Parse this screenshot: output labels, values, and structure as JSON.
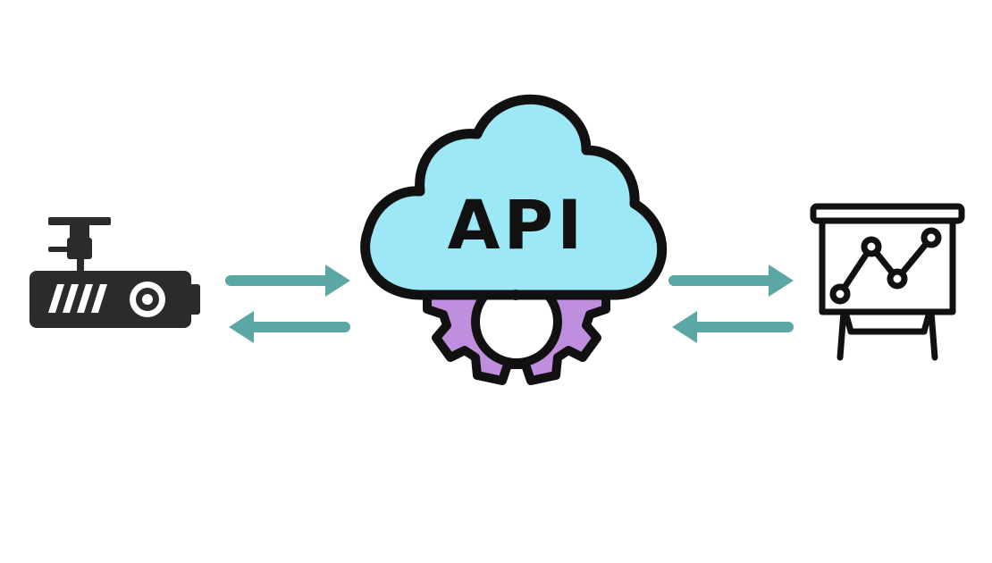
{
  "diagram": {
    "center": {
      "label": "API",
      "icon": "cloud-gear-icon",
      "cloud_color": "#9de8f7",
      "gear_color": "#c08ede"
    },
    "left": {
      "icon": "dashcam-icon"
    },
    "right": {
      "icon": "chart-board-icon"
    },
    "arrow_color": "#5aa7a4",
    "outline_color": "#111111",
    "connections": [
      {
        "from": "dashcam",
        "to": "api",
        "direction": "bidirectional"
      },
      {
        "from": "api",
        "to": "chart-board",
        "direction": "bidirectional"
      }
    ]
  }
}
